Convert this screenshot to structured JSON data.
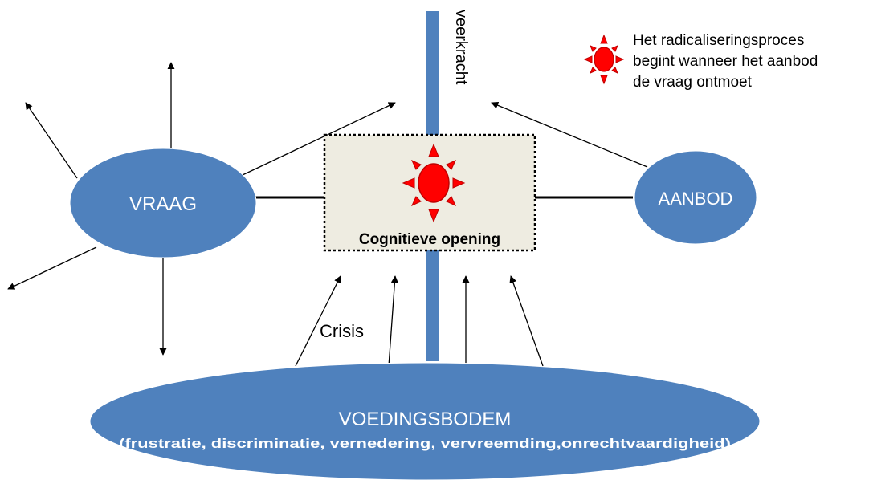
{
  "colors": {
    "ellipse_fill": "#4f81bd",
    "ellipse_stroke": "#ffffff",
    "vertical_bar": "#4f81bd",
    "box_fill": "#eeece1",
    "sun_fill": "#ff0000",
    "sun_stroke": "#c00000",
    "line": "#000000"
  },
  "nodes": {
    "vraag": "VRAAG",
    "aanbod": "AANBOD",
    "voedingsbodem_title": "VOEDINGSBODEM",
    "voedingsbodem_subtitle": "(frustratie, discriminatie, vernedering, vervreemding,onrechtvaardigheid)",
    "cognitive_opening": "Cognitieve opening"
  },
  "labels": {
    "veerkracht": "veerkracht",
    "crisis": "Crisis"
  },
  "legend": {
    "icon": "sun-icon",
    "lines": [
      "Het radicaliseringsproces",
      "begint wanneer het aanbod",
      "de vraag ontmoet"
    ]
  }
}
